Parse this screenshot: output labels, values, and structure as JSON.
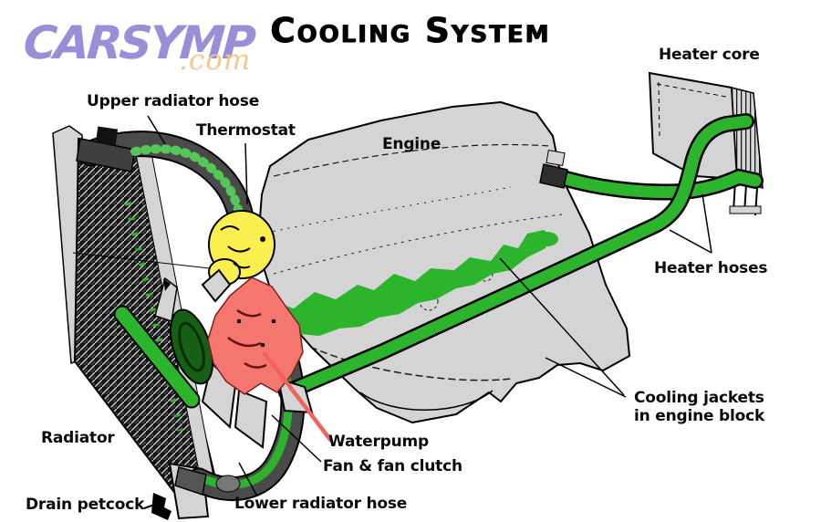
{
  "logo": {
    "brand": "CARSYMP",
    "tld": ".com"
  },
  "title": "Cooling System",
  "labels": {
    "upper_radiator_hose": "Upper radiator hose",
    "thermostat": "Thermostat",
    "engine": "Engine",
    "heater_core": "Heater core",
    "heater_hoses": "Heater hoses",
    "cooling_jackets_line1": "Cooling jackets",
    "cooling_jackets_line2": "in engine block",
    "waterpump": "Waterpump",
    "fan_fan_clutch": "Fan & fan clutch",
    "radiator": "Radiator",
    "drain_petcock": "Drain petcock",
    "lower_radiator_hose": "Lower radiator hose"
  },
  "colors": {
    "coolant_green": "#2CB52C",
    "coolant_green_light": "#55C658",
    "dark_green": "#156015",
    "hose_gray": "#4A4A4A",
    "pump_red": "#F4766F",
    "leader_red": "#F2625C",
    "thermostat_yellow": "#FBEF4F",
    "metal_gray": "#D9D9D9",
    "outline_black": "#000000",
    "logo_purple": "#9A8ED8",
    "logo_orange": "#F6C88B"
  }
}
